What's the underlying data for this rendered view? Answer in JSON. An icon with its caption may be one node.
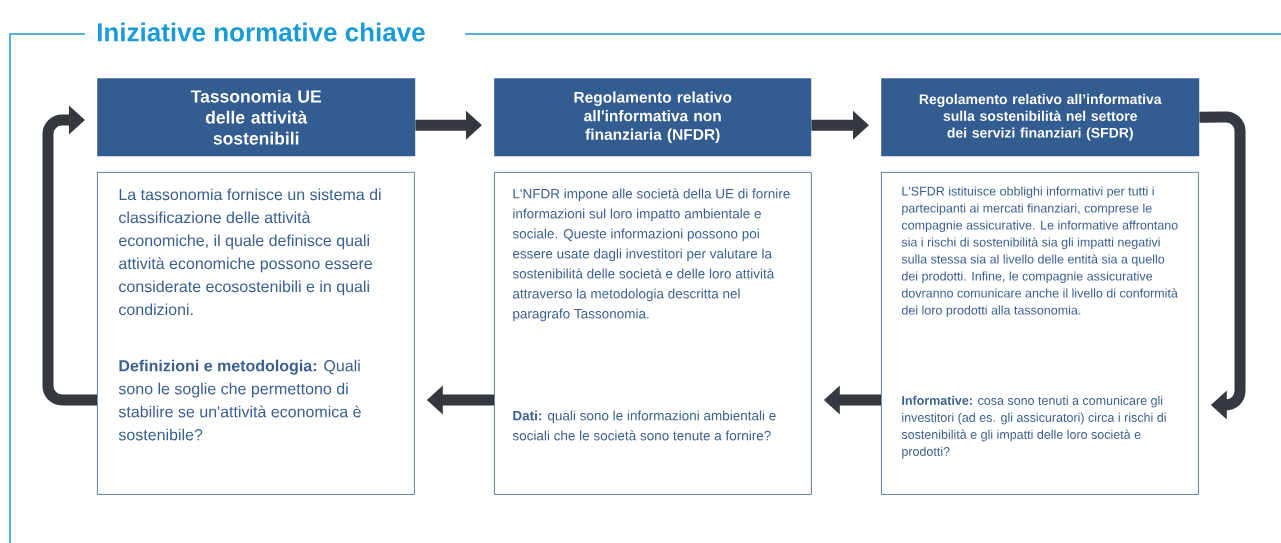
{
  "diagram": {
    "title": "Iniziative normative chiave",
    "nodes": [
      {
        "text": [
          "Tassonomia UE delle attività sostenibili"
        ]
      },
      {
        "text": [
          "Regolamento relativo all'informativa non finanziaria (NFDR)"
        ]
      },
      {
        "text": [
          "Regolamento relativo all’informativa sulla sostenibilità nel settore dei servizi finanziari (SFDR)"
        ]
      },
      {
        "text": [
          "La tassonomia fornisce un sistema di classificazione delle attività economiche, il quale definisce quali attività economiche possono essere considerate ecosostenibili e in quali condizioni.",
          "**Definizioni e metodologia:** Quali sono le soglie che permettono di stabilire se un'attività economica è sostenibile?"
        ]
      },
      {
        "text": [
          "L'NFDR impone alle società della UE di fornire informazioni sul loro impatto ambientale e sociale. Queste informazioni possono poi essere usate dagli investitori per valutare la sostenibilità delle società e delle loro attività attraverso la metodologia descritta nel paragrafo Tassonomia.",
          "**Dati:** quali sono le informazioni ambientali e sociali che le società sono tenute a fornire?"
        ]
      },
      {
        "text": [
          "L'SFDR istituisce obblighi informativi per tutti i partecipanti ai mercati finanziari, comprese le compagnie assicurative. Le informative affrontano sia i rischi di sostenibilità sia gli impatti negativi sulla stessa sia al livello delle entità sia a quello dei prodotti. Infine, le compagnie assicurative dovranno comunicare anche il livello di conformità dei loro prodotti alla tassonomia.",
          "**Informative:** cosa sono tenuti a comunicare gli investitori (ad es. gli assicuratori) circa i rischi di sostenibilità e gli impatti delle loro società e prodotti?"
        ]
      }
    ],
    "edges": [
      {
        "from": 0,
        "to": 1,
        "arrow": "to"
      },
      {
        "from": 1,
        "to": 2,
        "arrow": "to"
      },
      {
        "from": 2,
        "to": 5,
        "arrow": "to"
      },
      {
        "from": 5,
        "to": 4,
        "arrow": "to"
      },
      {
        "from": 4,
        "to": 3,
        "arrow": "to"
      },
      {
        "from": 3,
        "to": 0,
        "arrow": "to"
      }
    ]
  }
}
